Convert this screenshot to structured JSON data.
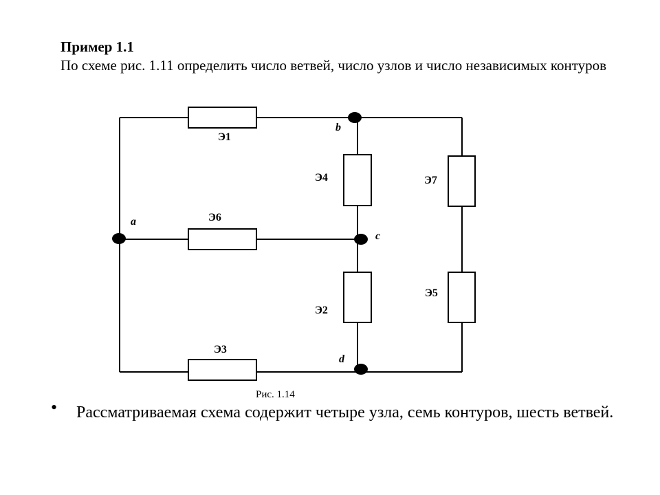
{
  "slide": {
    "heading": "Пример 1.1",
    "task": "По схеме рис. 1.11 определить число ветвей, число узлов и число независимых контуров",
    "caption": "Рис. 1.14",
    "bullet": "Рассматриваемая схема содержит четыре узла, семь контуров, шесть ветвей."
  },
  "circuit": {
    "elements": {
      "e1": "Э1",
      "e2": "Э2",
      "e3": "Э3",
      "e4": "Э4",
      "e5": "Э5",
      "e6": "Э6",
      "e7": "Э7"
    },
    "nodes": {
      "a": "a",
      "b": "b",
      "c": "c",
      "d": "d"
    }
  }
}
